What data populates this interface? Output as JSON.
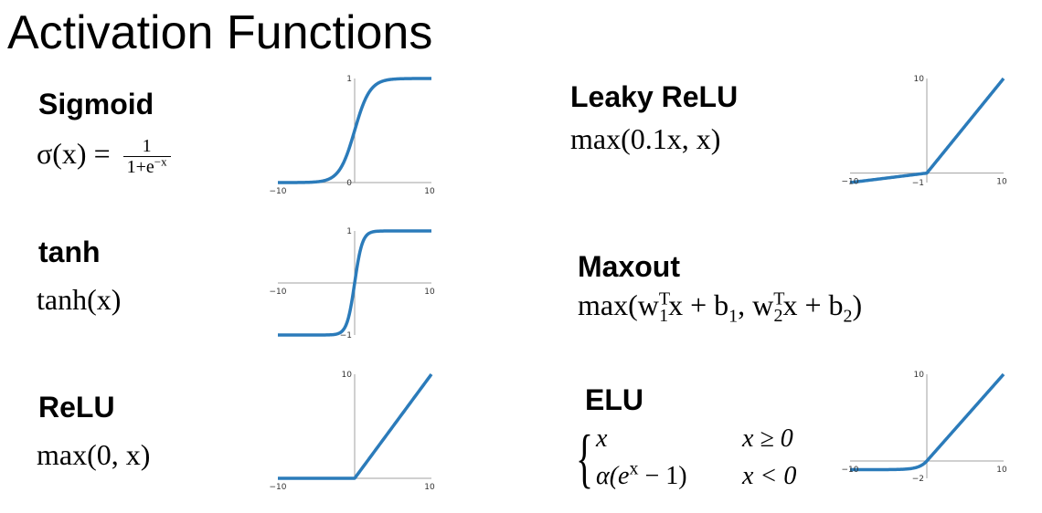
{
  "title": "Activation Functions",
  "colors": {
    "curve": "#2b7bba",
    "axis": "#a0a0a0",
    "text": "#000000"
  },
  "functions": {
    "sigmoid": {
      "name": "Sigmoid",
      "formula_lhs": "σ(x) =",
      "frac_num": "1",
      "frac_den_base": "1+e",
      "frac_den_exp": "−x",
      "plot": {
        "x_range": [
          -10,
          10
        ],
        "y_range": [
          0,
          1
        ],
        "x_ticks": [
          "−10",
          "10"
        ],
        "y_ticks": [
          "1",
          "0"
        ]
      }
    },
    "tanh": {
      "name": "tanh",
      "formula": "tanh(x)",
      "plot": {
        "x_range": [
          -10,
          10
        ],
        "y_range": [
          -1,
          1
        ],
        "x_ticks": [
          "−10",
          "10"
        ],
        "y_ticks": [
          "1",
          "−1"
        ]
      }
    },
    "relu": {
      "name": "ReLU",
      "formula": "max(0, x)",
      "plot": {
        "x_range": [
          -10,
          10
        ],
        "y_range": [
          0,
          10
        ],
        "x_ticks": [
          "−10",
          "10"
        ],
        "y_ticks": [
          "10"
        ]
      }
    },
    "leaky_relu": {
      "name": "Leaky ReLU",
      "formula": "max(0.1x, x)",
      "plot": {
        "x_range": [
          -10,
          10
        ],
        "y_range": [
          -1,
          10
        ],
        "x_ticks": [
          "−10",
          "10"
        ],
        "y_ticks": [
          "10",
          "−1"
        ]
      }
    },
    "maxout": {
      "name": "Maxout",
      "formula_parts": [
        "max(w",
        "T",
        "1",
        "x + b",
        "1",
        ", w",
        "T",
        "2",
        "x + b",
        "2",
        ")"
      ]
    },
    "elu": {
      "name": "ELU",
      "case1_expr": "x",
      "case1_cond": "x ≥ 0",
      "case2_expr": "α(e",
      "case2_exp": "x",
      "case2_tail": " − 1)",
      "case2_cond": "x < 0",
      "plot": {
        "x_range": [
          -10,
          10
        ],
        "y_range": [
          -2,
          10
        ],
        "x_ticks": [
          "−10",
          "10"
        ],
        "y_ticks": [
          "10",
          "−2"
        ]
      }
    }
  }
}
